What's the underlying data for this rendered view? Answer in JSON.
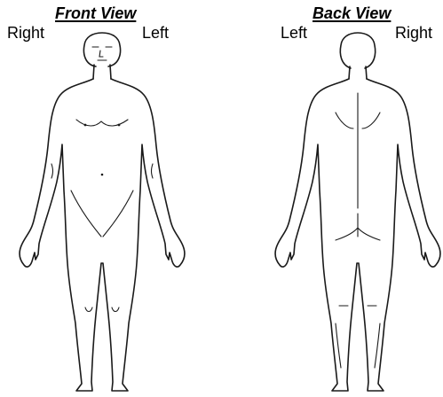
{
  "front_view": {
    "title": "Front View",
    "right_label": "Right",
    "left_label": "Left"
  },
  "back_view": {
    "title": "Back View",
    "left_label": "Left",
    "right_label": "Right"
  }
}
